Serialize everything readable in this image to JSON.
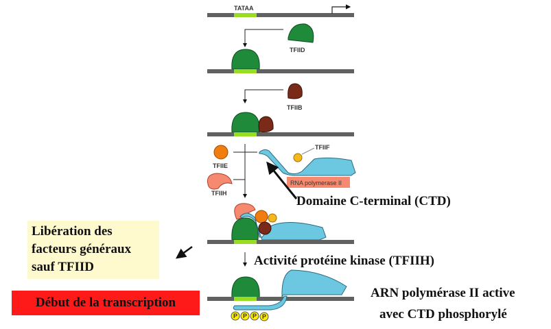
{
  "labels": {
    "tataa": "TATAA",
    "tfiid": "TFIID",
    "tfiib": "TFIIB",
    "tfiie": "TFIIE",
    "tfiih": "TFIIH",
    "tfiif": "TFIIF",
    "rnapol": "RNA polymerase II",
    "phospho": "P"
  },
  "annotations": {
    "ctd": "Domaine C-terminal (CTD)",
    "kinase": "Activité protéine kinase (TFIIH)",
    "active_line1": "ARN polymérase II active",
    "active_line2": "avec CTD phosphorylé",
    "release_line1": "Libération des",
    "release_line2": "facteurs généraux",
    "release_line3": "sauf TFIID",
    "start": "Début de la transcription"
  },
  "colors": {
    "dna": "#5f625e",
    "tata": "#99dd22",
    "tfiid": "#1f8a3a",
    "tfiib": "#7a2a18",
    "tfiie": "#f07d10",
    "tfiih": "#f58a70",
    "tfiif": "#f5b81c",
    "polymerase": "#6cc8e0",
    "phospho": "#ffee00",
    "release_box": "#fffacd",
    "start_box": "#ff1a1a"
  }
}
